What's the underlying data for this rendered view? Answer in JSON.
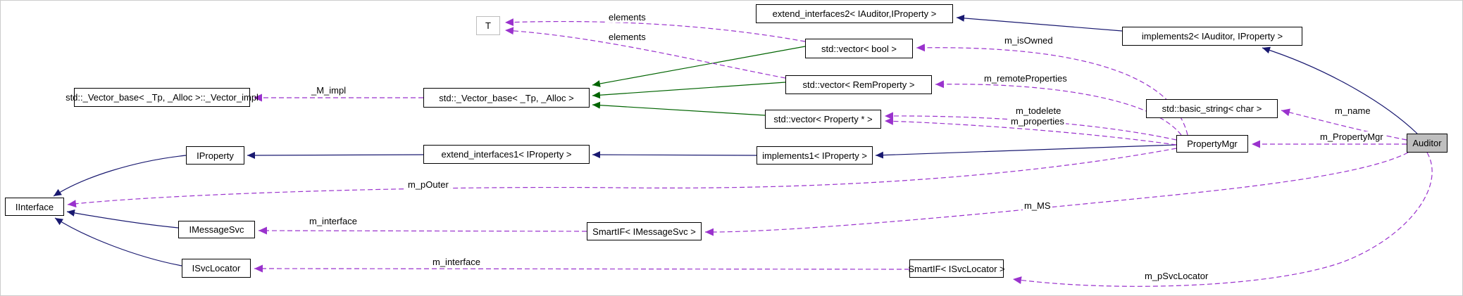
{
  "diagram": {
    "type": "doxygen-collaboration-graph",
    "nodes": {
      "t": {
        "label": "T"
      },
      "extend_interfaces2": {
        "label": "extend_interfaces2< IAuditor,IProperty >"
      },
      "implements2": {
        "label": "implements2< IAuditor, IProperty >"
      },
      "vector_bool": {
        "label": "std::vector< bool >"
      },
      "vector_remproperty": {
        "label": "std::vector< RemProperty >"
      },
      "vector_property_ptr": {
        "label": "std::vector< Property * >"
      },
      "vector_base": {
        "label": "std::_Vector_base< _Tp, _Alloc >"
      },
      "vector_impl": {
        "label": "std::_Vector_base< _Tp, _Alloc >::_Vector_impl"
      },
      "iproperty": {
        "label": "IProperty"
      },
      "extend_interfaces1": {
        "label": "extend_interfaces1< IProperty >"
      },
      "implements1": {
        "label": "implements1< IProperty >"
      },
      "property_mgr": {
        "label": "PropertyMgr"
      },
      "basic_string": {
        "label": "std::basic_string< char >"
      },
      "auditor": {
        "label": "Auditor"
      },
      "iinterface": {
        "label": "IInterface"
      },
      "imessagesvc": {
        "label": "IMessageSvc"
      },
      "smartif_imessagesvc": {
        "label": "SmartIF< IMessageSvc >"
      },
      "isvclocator": {
        "label": "ISvcLocator"
      },
      "smartif_isvclocator": {
        "label": "SmartIF< ISvcLocator >"
      }
    },
    "edge_labels": {
      "elements_top": "elements",
      "elements_bottom": "elements",
      "m_impl": "_M_impl",
      "m_isowned": "m_isOwned",
      "m_remoteproperties": "m_remoteProperties",
      "m_todelete": "m_todelete",
      "m_properties": "m_properties",
      "m_name": "m_name",
      "m_propertymgr": "m_PropertyMgr",
      "m_pouter": "m_pOuter",
      "m_ms": "m_MS",
      "m_interface_msg": "m_interface",
      "m_interface_svc": "m_interface",
      "m_psvclocator": "m_pSvcLocator"
    },
    "colors": {
      "inheritance_edge": "#191970",
      "template_edge": "#006400",
      "usage_edge": "#9a32cd",
      "highlight_fill": "#bfbfbf"
    }
  }
}
